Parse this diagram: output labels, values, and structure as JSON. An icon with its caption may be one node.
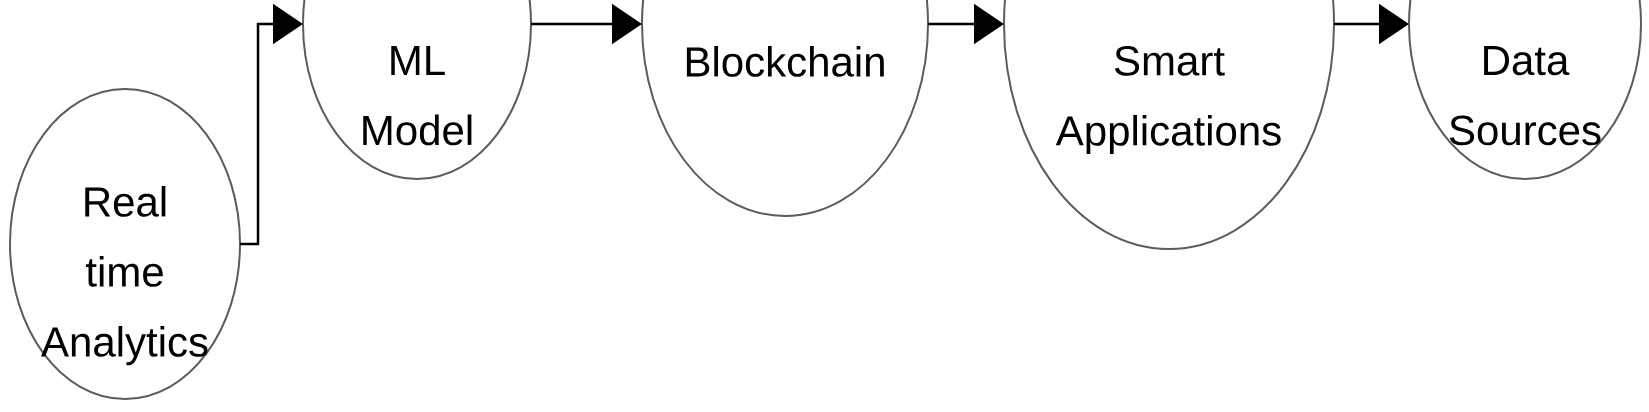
{
  "diagram": {
    "nodes": [
      {
        "text": [
          "Real time Analytics"
        ]
      },
      {
        "text": [
          "ML Model"
        ]
      },
      {
        "text": [
          "Blockchain"
        ]
      },
      {
        "text": [
          "Smart Applications"
        ]
      },
      {
        "text": [
          "Data Sources"
        ]
      }
    ],
    "edges": [
      {
        "from": 0,
        "to": 1,
        "arrow": "to"
      },
      {
        "from": 1,
        "to": 2,
        "arrow": "to"
      },
      {
        "from": 2,
        "to": 3,
        "arrow": "to"
      },
      {
        "from": 3,
        "to": 4,
        "arrow": "to"
      }
    ]
  }
}
